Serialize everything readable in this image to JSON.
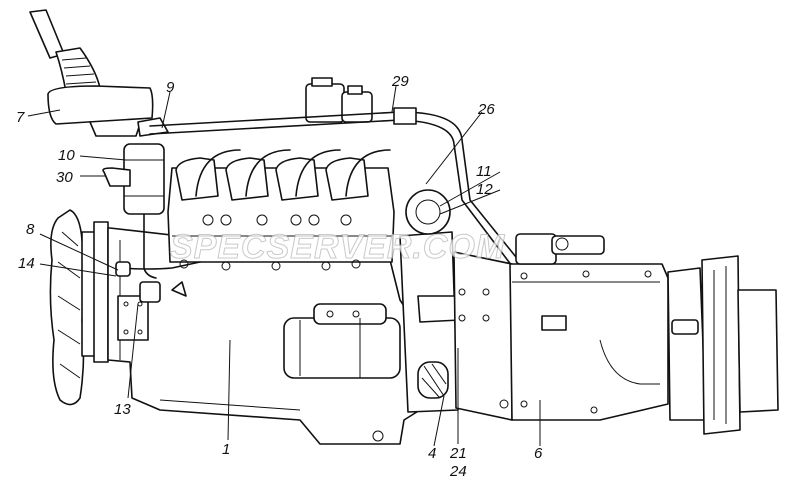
{
  "watermark": "SPECSERVER.COM",
  "callouts": [
    {
      "id": "c1",
      "text": "1"
    },
    {
      "id": "c4",
      "text": "4"
    },
    {
      "id": "c6",
      "text": "6"
    },
    {
      "id": "c7",
      "text": "7"
    },
    {
      "id": "c8",
      "text": "8"
    },
    {
      "id": "c9",
      "text": "9"
    },
    {
      "id": "c10",
      "text": "10"
    },
    {
      "id": "c11",
      "text": "11"
    },
    {
      "id": "c12",
      "text": "12"
    },
    {
      "id": "c13",
      "text": "13"
    },
    {
      "id": "c14",
      "text": "14"
    },
    {
      "id": "c21",
      "text": "21"
    },
    {
      "id": "c24",
      "text": "24"
    },
    {
      "id": "c26",
      "text": "26"
    },
    {
      "id": "c29",
      "text": "29"
    },
    {
      "id": "c30",
      "text": "30"
    }
  ]
}
